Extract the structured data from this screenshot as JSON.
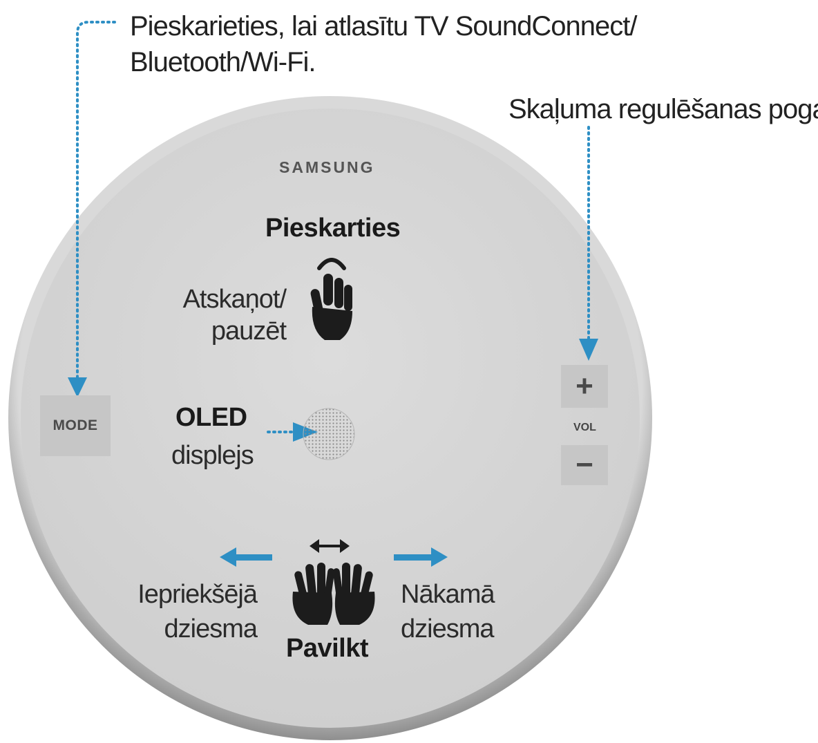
{
  "callouts": {
    "mode": [
      "Pieskarieties, lai atlasītu TV SoundConnect/",
      "Bluetooth/Wi-Fi."
    ],
    "volume": "Skaļuma regulēšanas poga"
  },
  "device": {
    "brand": "SAMSUNG",
    "mode_label": "MODE",
    "vol_plus": "+",
    "vol_minus": "−",
    "vol_label": "VOL"
  },
  "gestures": {
    "tap_title": "Pieskarties",
    "play_pause": [
      "Atskaņot/",
      "pauzēt"
    ],
    "oled_title": "OLED",
    "oled_sub": "displejs",
    "previous": [
      "Iepriekšējā",
      "dziesma"
    ],
    "next": [
      "Nākamā",
      "dziesma"
    ],
    "swipe_title": "Pavilkt"
  },
  "colors": {
    "accent": "#2e8fc4",
    "ring": "#b8b8b8",
    "face": "#d6d6d6",
    "button": "#c6c6c6"
  },
  "icons": [
    "tap-hand-icon",
    "swipe-hands-icon",
    "double-arrow-icon",
    "left-arrow-icon",
    "right-arrow-icon",
    "oled-display-icon"
  ]
}
